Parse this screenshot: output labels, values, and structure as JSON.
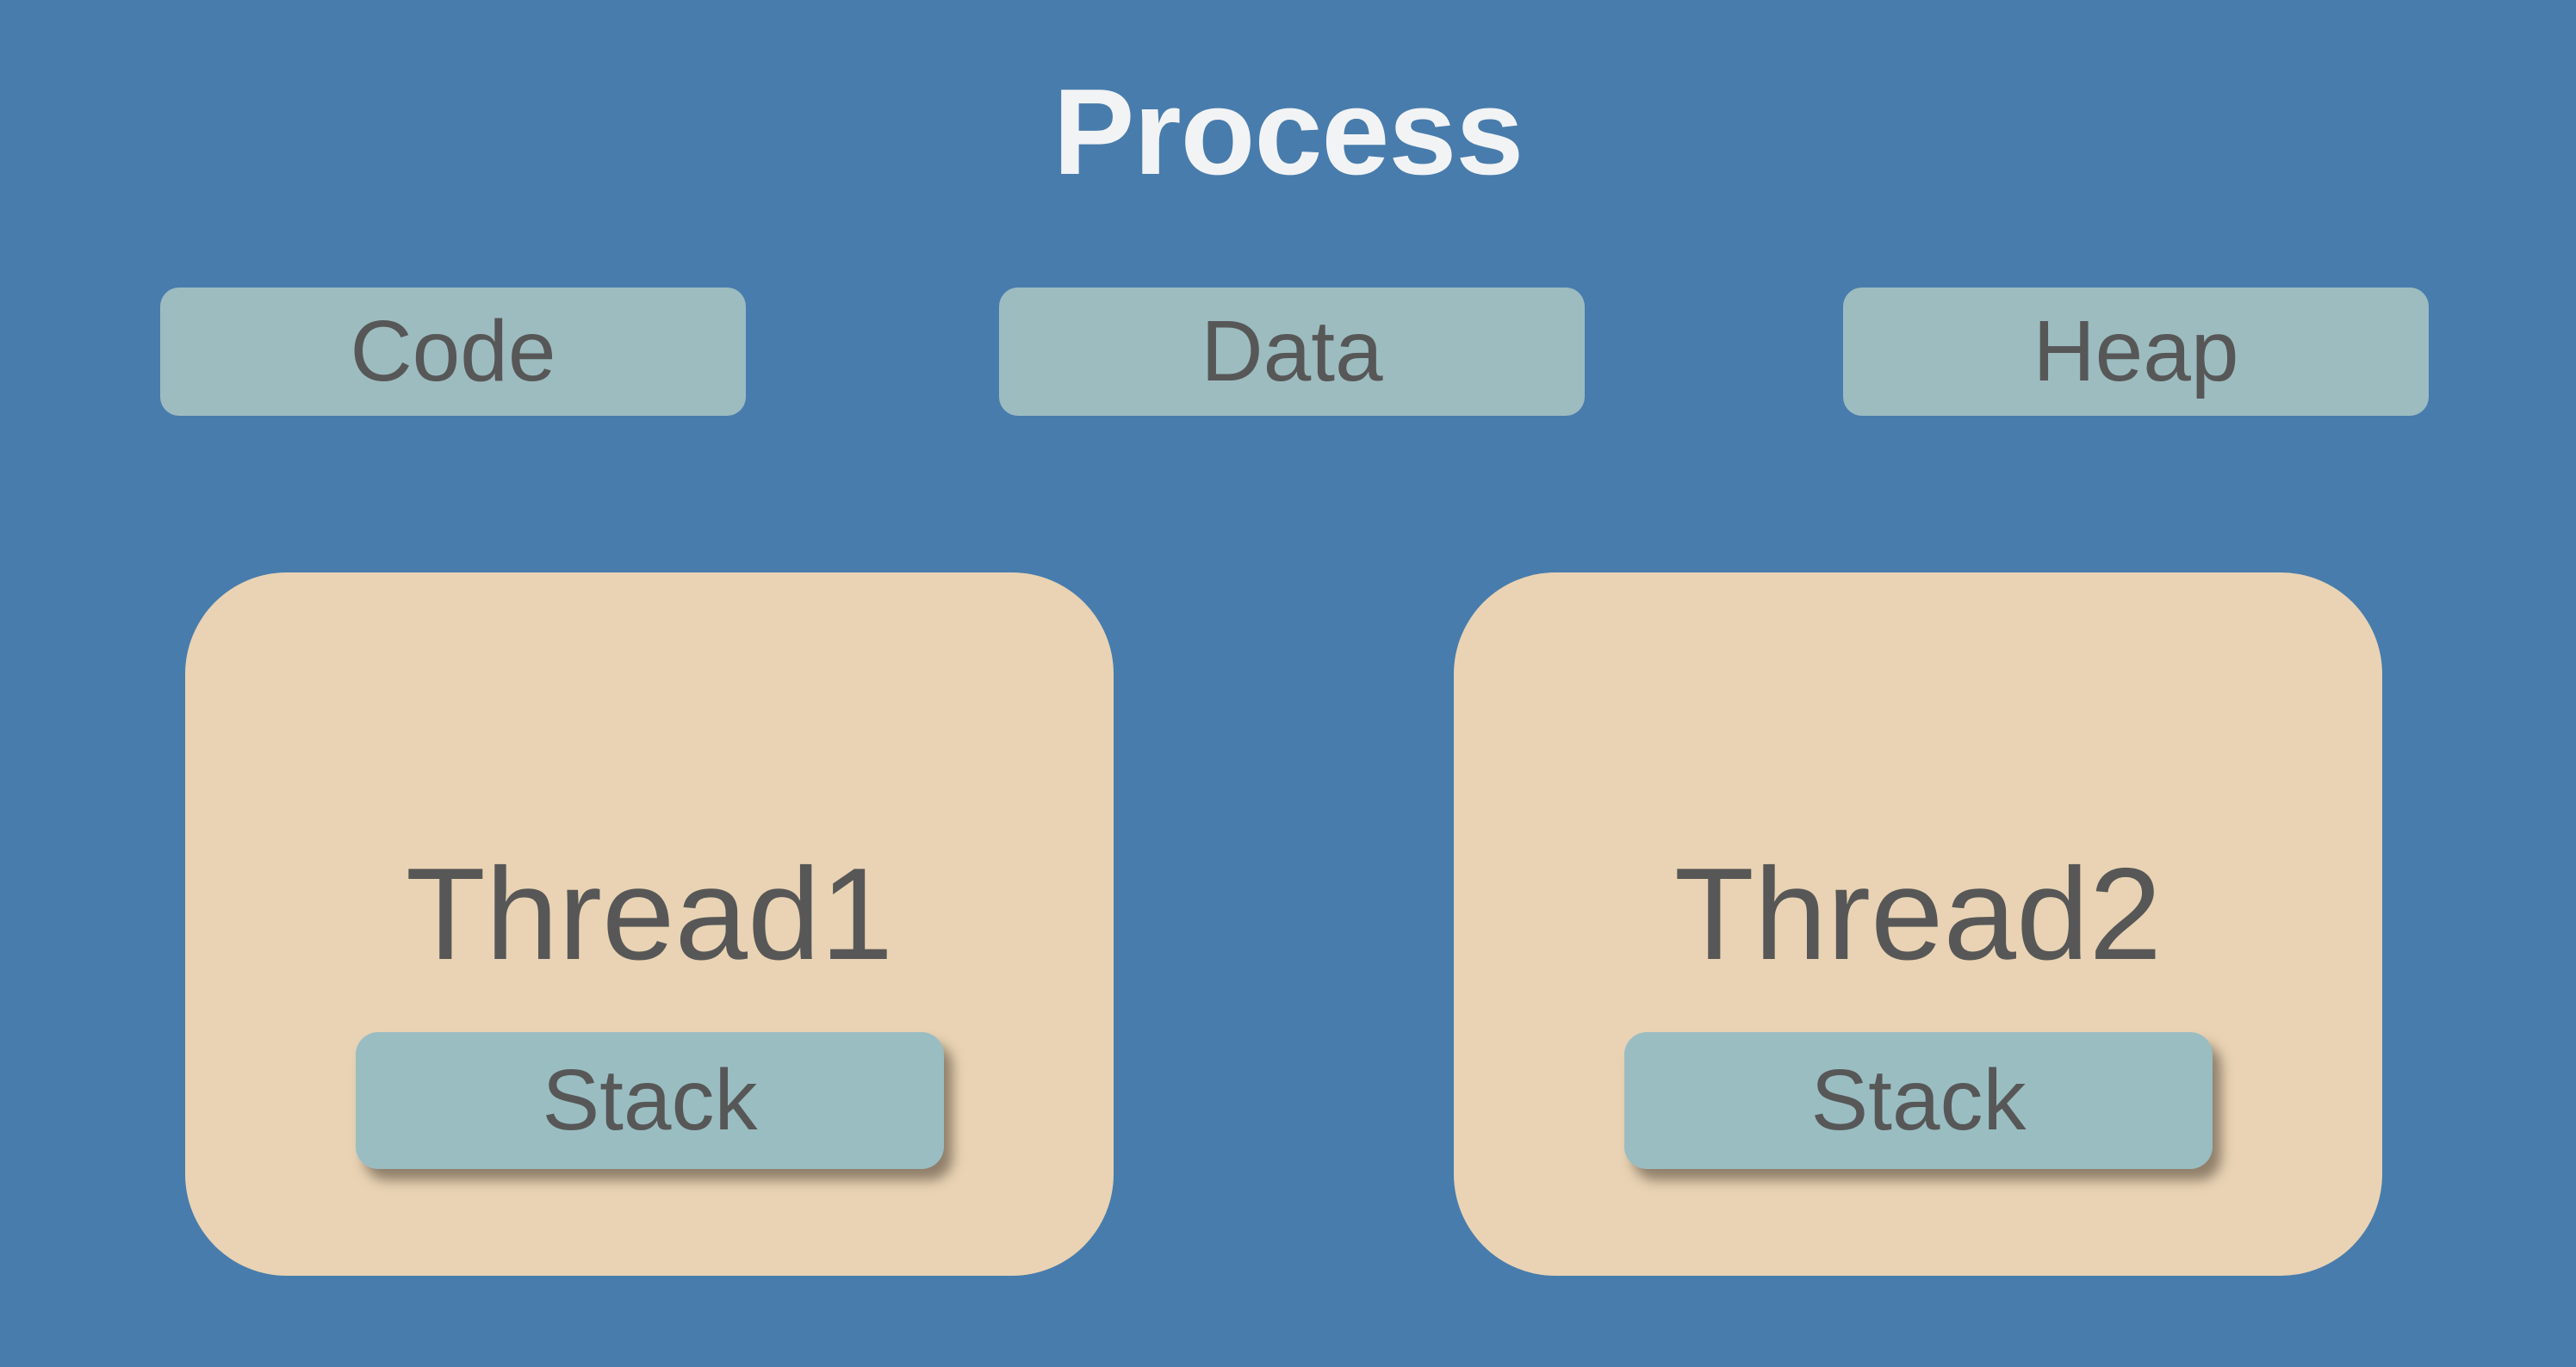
{
  "diagram": {
    "title": "Process",
    "segments": [
      {
        "label": "Code"
      },
      {
        "label": "Data"
      },
      {
        "label": "Heap"
      }
    ],
    "threads": [
      {
        "label": "Thread1",
        "stack_label": "Stack"
      },
      {
        "label": "Thread2",
        "stack_label": "Stack"
      }
    ]
  },
  "colors": {
    "background": "#487CAC",
    "segment_fill": "#9DBCC0",
    "thread_fill": "#E9D3B4",
    "stack_fill": "#9ABDC2",
    "label_text": "#575757",
    "title_text": "#F2F3F5",
    "stack_shadow": "rgba(70,58,45,0.55)"
  }
}
